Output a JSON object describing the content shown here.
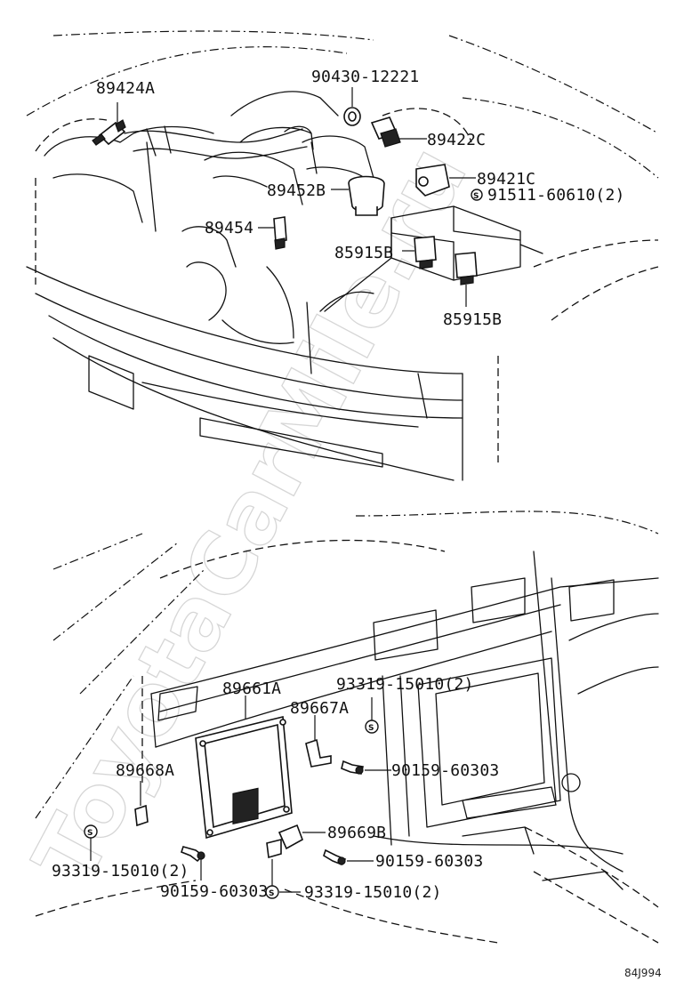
{
  "watermark": "ToyotaCarMile.ru",
  "diagram_code": "84J994",
  "engine_labels": {
    "p89424A": "89424A",
    "p90430": "90430-12221",
    "p89422C": "89422C",
    "p89421C": "89421C",
    "p89452B": "89452B",
    "p91511": "91511-60610(2)",
    "p89454": "89454",
    "p85915B_a": "85915B",
    "p85915B_b": "85915B"
  },
  "dash_labels": {
    "p89661A": "89661A",
    "p93319_top": "93319-15010(2)",
    "p89667A": "89667A",
    "p90159_a": "90159-60303",
    "p89668A": "89668A",
    "p89669B": "89669B",
    "p93319_left": "93319-15010(2)",
    "p90159_b": "90159-60303",
    "p90159_c": "90159-60303",
    "p93319_bottom": "93319-15010(2)"
  },
  "washer_mark": "S"
}
